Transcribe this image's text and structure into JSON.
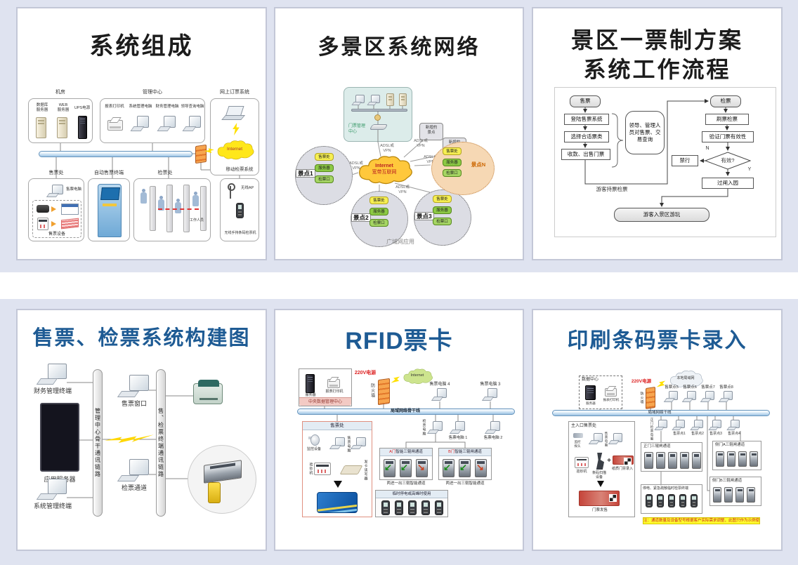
{
  "c1": {
    "title": "系统组成",
    "g_jifang": "机房",
    "db_server": "数据库\n服务器",
    "web_server": "WEB\n服务器",
    "ups": "UPS电源",
    "g_mgmt": "管理中心",
    "printer": "报表打印机",
    "sys_pc": "系统管理电脑",
    "fin_pc": "财务管理电脑",
    "leader_pc": "领导查询电脑",
    "g_online": "网上订票系统",
    "internet": "Internet",
    "g_shoupiao": "售票处",
    "sp_pc": "售票电脑",
    "sp_dev": "售票设备",
    "g_kiosk": "自动售票终端",
    "g_jianpiao": "检票处",
    "staff": "工作人员",
    "g_mobile": "移动检票系统",
    "ap": "无线AP",
    "handheld": "无线手持条码检票机"
  },
  "c2": {
    "title": "多景区系统网络",
    "center": "门票管理\n中心",
    "cloud1": "Internet",
    "cloud2": "宽带互联网",
    "adsl": "ADSL或\nVPN",
    "new_spot": "新增的\n景点",
    "spot1": "景点1",
    "spot2": "景点2",
    "spot3": "景点3",
    "spotN": "景点N",
    "pill_sp": "售票处",
    "pill_srv": "服务器",
    "pill_jp": "检票口",
    "bottom": "广域网应用"
  },
  "c3": {
    "title1": "景区一票制方案",
    "title2": "系统工作流程",
    "n_sell": "售票",
    "n_login": "登陆售票系统",
    "n_select": "选择合适票类",
    "n_collect": "收款、出售门票",
    "n_query": "领导、管理人\n员对售票、交\n易查询",
    "n_check": "检票",
    "n_swipe": "刷票检票",
    "n_verify": "验证门票有效性",
    "n_valid": "有效?",
    "n_deny": "禁行",
    "n_enter": "过闸入园",
    "n_final": "游客入景区游玩",
    "lbl_hold": "游客持票检票",
    "lbl_n": "N",
    "lbl_y": "Y"
  },
  "c4": {
    "title": "售票、检票系统构建图",
    "fin_term": "财务管理终端",
    "app_server": "应用服务器",
    "sys_term": "系统管理终端",
    "bar1": "管理中心骨干通讯链路",
    "sell_win": "售票窗口",
    "check_ch": "检票通道",
    "bar2": "售、检票终端通讯链路"
  },
  "c5": {
    "title": "RFID票卡",
    "server": "服务器",
    "printer": "报表打印机",
    "center": "中央数据管理中心",
    "power": "220V电源",
    "firewall": "防火墙",
    "internet": "Internet",
    "pc4": "售票电脑 4",
    "pc3": "售票电脑 3",
    "bus": "局域网络骨干线",
    "office": "售票处",
    "monitor": "监控设备",
    "sp_pc": "售票电脑",
    "validator": "验钞机",
    "writer": "发卡读写器",
    "check_pc": "检票电脑",
    "pc1": "售票电脑 1",
    "pc2": "售票电脑 2",
    "gateA_pre": "A门",
    "gateA_rest": "智能三辊闸通道",
    "gateB_pre": "B门",
    "gateB_rest": "智能三辊闸通道",
    "lane": "两进一出三辊智能通道",
    "temp": "临时停电或高峰时使用"
  },
  "c6": {
    "title": "印刷条码票卡录入",
    "dc": "数据中心",
    "server": "服务器",
    "printer": "报表打印机",
    "power": "220V电源",
    "firewall": "防火墙",
    "cloud": "本地局域网",
    "pos5": "售票点5",
    "pos6": "售票点6",
    "pos7": "售票点7",
    "pos8": "售票点8",
    "bus": "局域网络干线",
    "entrance": "主入口售票处",
    "cam": "监控\n探头",
    "sp_pc": "售票电脑",
    "validator": "验钞机",
    "scanner": "条码扫描\n设备",
    "plus": "+",
    "paper": "纸质门票录入",
    "issue": "门票发售",
    "main_check": "正门检票电脑",
    "pos1": "售票点1",
    "pos2": "售票点2",
    "pos3": "售票点3",
    "pos4": "售票点4",
    "main_gate": "正门三辊闸通道",
    "sideA": "侧门A三辊闸通道",
    "sideB": "侧门B三辊闸通道",
    "temp": "停电、紧急疏散临时检票终端",
    "note": "注：通道数量及设备型号根据客户实际需求调整，此图只作为示例使用。"
  }
}
